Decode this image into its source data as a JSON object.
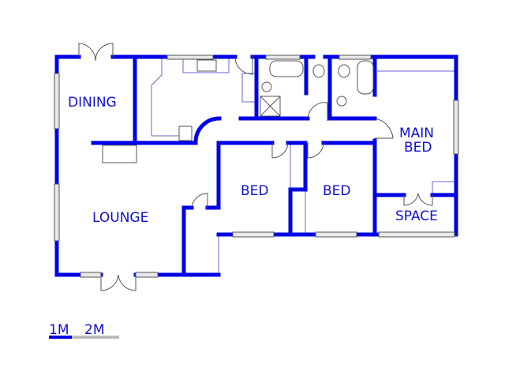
{
  "plan": {
    "rooms": {
      "dining": "DINING",
      "lounge": "LOUNGE",
      "bed1": "BED",
      "bed2": "BED",
      "main_bed_line1": "MAIN",
      "main_bed_line2": "BED",
      "space": "SPACE"
    },
    "scale": {
      "label_1": "1M",
      "label_2": "2M"
    },
    "colors": {
      "wall": "#0000e6",
      "scale_gray": "#bbbbbb"
    }
  }
}
